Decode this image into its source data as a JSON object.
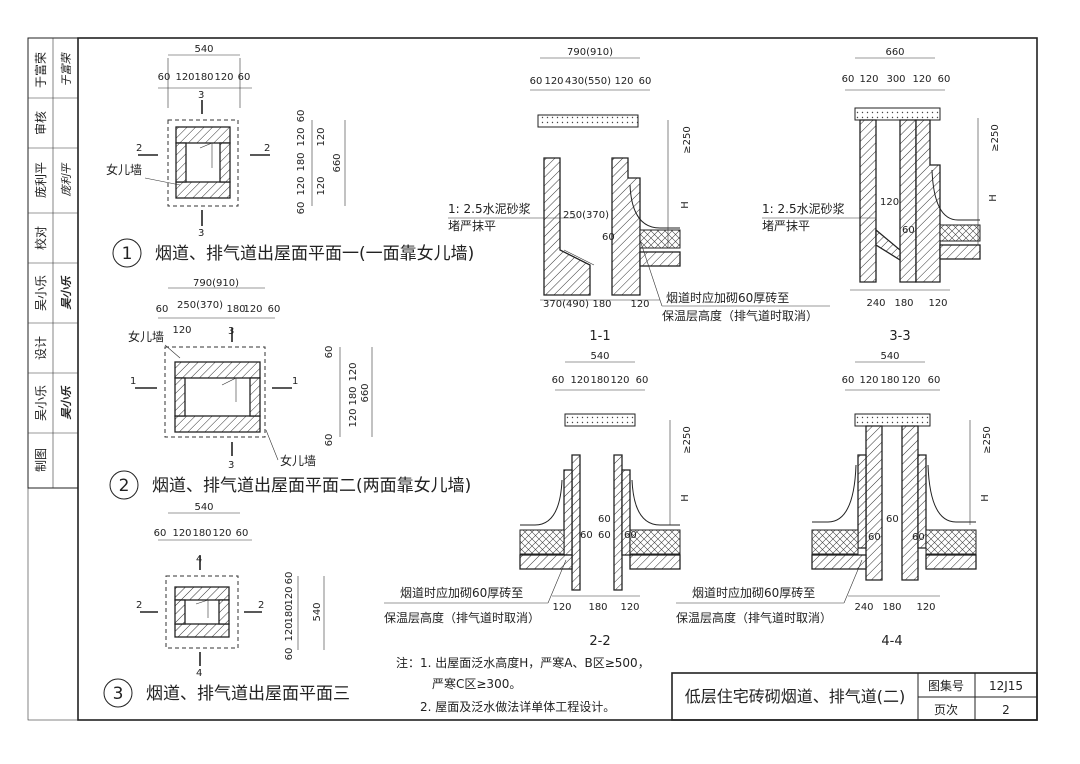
{
  "sidebar": {
    "roles": [
      "审核",
      "校对",
      "设计",
      "制图"
    ],
    "names": [
      "于富荣",
      "庞利平",
      "吴小乐",
      "吴小乐"
    ],
    "signatures": [
      "于富荣",
      "庞利平",
      "吴小乐",
      "吴小乐"
    ]
  },
  "plans": [
    {
      "num": "1",
      "caption": "烟道、排气道出屋面平面一(一面靠女儿墙)",
      "top_total": "540",
      "top_parts": [
        "60",
        "120",
        "180",
        "120",
        "60"
      ],
      "side_parts": [
        "60",
        "120",
        "180",
        "120",
        "60"
      ],
      "side_total": "660",
      "label_wall": "女儿墙",
      "section_marks": [
        "2",
        "2",
        "3",
        "3"
      ]
    },
    {
      "num": "2",
      "caption": "烟道、排气道出屋面平面二(两面靠女儿墙)",
      "top_total": "790(910)",
      "top_parts": [
        "60",
        "250(370)",
        "180",
        "120",
        "60"
      ],
      "top_sub": "120",
      "side_parts": [
        "60",
        "120",
        "180",
        "120",
        "60"
      ],
      "side_total": "660",
      "label_wall_a": "女儿墙",
      "label_wall_b": "女儿墙",
      "section_marks": [
        "1",
        "1",
        "3",
        "3"
      ]
    },
    {
      "num": "3",
      "caption": "烟道、排气道出屋面平面三",
      "top_total": "540",
      "top_parts": [
        "60",
        "120",
        "180",
        "120",
        "60"
      ],
      "side_parts": [
        "60",
        "120",
        "180",
        "120",
        "60"
      ],
      "side_total": "540",
      "section_marks": [
        "2",
        "2",
        "4",
        "4"
      ]
    }
  ],
  "sections": {
    "s11": {
      "title": "1-1",
      "top_total": "790(910)",
      "top_parts": [
        "60",
        "120",
        "430(550)",
        "120",
        "60"
      ],
      "bottom_parts": [
        "370(490)",
        "180",
        "120"
      ],
      "inner_dim": "250(370)",
      "note1": "1: 2.5水泥砂浆",
      "note2": "堵严抹平",
      "dim_60": "60",
      "h_label": "H",
      "ge250": "≥250"
    },
    "s33": {
      "title": "3-3",
      "top_total": "660",
      "top_parts": [
        "60",
        "120",
        "300",
        "120",
        "60"
      ],
      "bottom_parts": [
        "240",
        "180",
        "120"
      ],
      "note1": "1: 2.5水泥砂浆",
      "note2": "堵严抹平",
      "dim_120": "120",
      "dim_60": "60",
      "h_label": "H",
      "ge250": "≥250"
    },
    "s22": {
      "title": "2-2",
      "top_total": "540",
      "top_parts": [
        "60",
        "120",
        "180",
        "120",
        "60"
      ],
      "bottom_parts": [
        "120",
        "180",
        "120"
      ],
      "dims_60": [
        "60",
        "60",
        "60",
        "60"
      ],
      "h_label": "H",
      "ge250": "≥250"
    },
    "s44": {
      "title": "4-4",
      "top_total": "540",
      "top_parts": [
        "60",
        "120",
        "180",
        "120",
        "60"
      ],
      "bottom_parts": [
        "240",
        "180",
        "120"
      ],
      "dims_60": [
        "60",
        "60",
        "60"
      ],
      "h_label": "H",
      "ge250": "≥250"
    },
    "callout_line1": "烟道时应加砌60厚砖至",
    "callout_line2": "保温层高度（排气道时取消）"
  },
  "notes": {
    "head": "注：",
    "line1": "1. 出屋面泛水高度H，严寒A、B区≥500，",
    "line2": "严寒C区≥300。",
    "line3": "2. 屋面及泛水做法详单体工程设计。"
  },
  "title_block": {
    "title": "低层住宅砖砌烟道、排气道(二)",
    "atlas_label": "图集号",
    "atlas_value": "12J15",
    "page_label": "页次",
    "page_value": "2"
  }
}
